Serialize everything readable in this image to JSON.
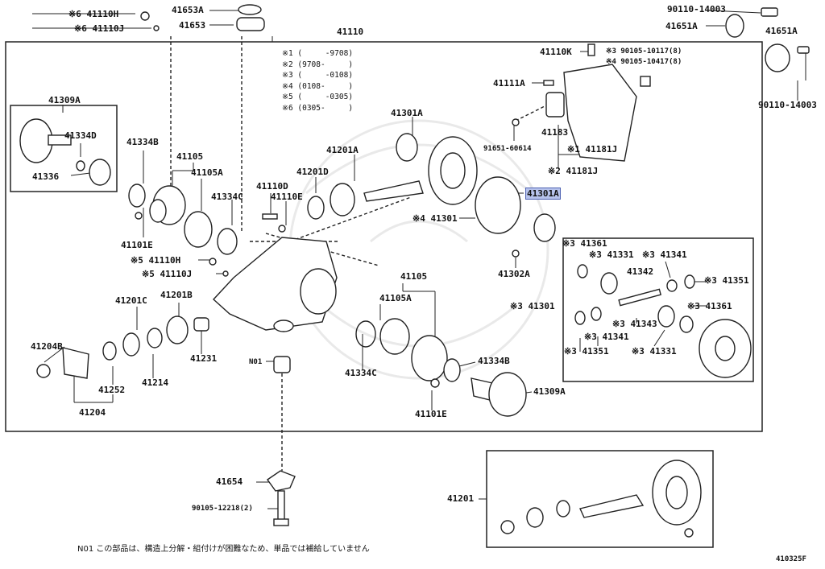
{
  "diagram": {
    "part_labels": [
      {
        "id": "l41110h_top",
        "text": "※6 41110H"
      },
      {
        "id": "l41110j_top",
        "text": "※6 41110J"
      },
      {
        "id": "l41653a",
        "text": "41653A"
      },
      {
        "id": "l41653",
        "text": "41653"
      },
      {
        "id": "l41110",
        "text": "41110"
      },
      {
        "id": "l90110_top",
        "text": "90110-14003"
      },
      {
        "id": "l41651a_l",
        "text": "41651A"
      },
      {
        "id": "l41651a_r",
        "text": "41651A"
      },
      {
        "id": "l90110_right",
        "text": "90110-14003"
      },
      {
        "id": "l41309a_box",
        "text": "41309A"
      },
      {
        "id": "l41334d",
        "text": "41334D"
      },
      {
        "id": "l41336",
        "text": "41336"
      },
      {
        "id": "l41334b_l",
        "text": "41334B"
      },
      {
        "id": "l41105_l",
        "text": "41105"
      },
      {
        "id": "l41105a_l",
        "text": "41105A"
      },
      {
        "id": "l41334c_l",
        "text": "41334C"
      },
      {
        "id": "l41110d",
        "text": "41110D"
      },
      {
        "id": "l41110e",
        "text": "41110E"
      },
      {
        "id": "l41101e_l",
        "text": "41101E"
      },
      {
        "id": "l41110h_mid",
        "text": "※5 41110H"
      },
      {
        "id": "l41110j_mid",
        "text": "※5 41110J"
      },
      {
        "id": "l41301a_top",
        "text": "41301A"
      },
      {
        "id": "l41201a",
        "text": "41201A"
      },
      {
        "id": "l41201d",
        "text": "41201D"
      },
      {
        "id": "l41110k",
        "text": "41110K"
      },
      {
        "id": "l90105_3",
        "text": "※3 90105-10117(8)"
      },
      {
        "id": "l90105_4",
        "text": "※4 90105-10417(8)"
      },
      {
        "id": "l41111a",
        "text": "41111A"
      },
      {
        "id": "l41183",
        "text": "41183"
      },
      {
        "id": "l91651",
        "text": "91651-60614"
      },
      {
        "id": "l41181j_1",
        "text": "※1 41181J"
      },
      {
        "id": "l41181j_2",
        "text": "※2 41181J"
      },
      {
        "id": "l41301a_hl",
        "text": "41301A"
      },
      {
        "id": "l41301_4",
        "text": "※4 41301"
      },
      {
        "id": "l41302a",
        "text": "41302A"
      },
      {
        "id": "l41361_top",
        "text": "※3 41361"
      },
      {
        "id": "l41331_top",
        "text": "※3 41331"
      },
      {
        "id": "l41341_top",
        "text": "※3 41341"
      },
      {
        "id": "l41342",
        "text": "41342"
      },
      {
        "id": "l41351_r",
        "text": "※3 41351"
      },
      {
        "id": "l41301_3",
        "text": "※3 41301"
      },
      {
        "id": "l41361_r",
        "text": "※3 41361"
      },
      {
        "id": "l41343",
        "text": "※3 41343"
      },
      {
        "id": "l41341_bot",
        "text": "※3 41341"
      },
      {
        "id": "l41351_bot",
        "text": "※3 41351"
      },
      {
        "id": "l41331_bot",
        "text": "※3 41331"
      },
      {
        "id": "l41201c",
        "text": "41201C"
      },
      {
        "id": "l41201b",
        "text": "41201B"
      },
      {
        "id": "l41204b",
        "text": "41204B"
      },
      {
        "id": "l41231",
        "text": "41231"
      },
      {
        "id": "l41214",
        "text": "41214"
      },
      {
        "id": "l41252",
        "text": "41252"
      },
      {
        "id": "l41204",
        "text": "41204"
      },
      {
        "id": "ln01",
        "text": "N01"
      },
      {
        "id": "l41105_r",
        "text": "41105"
      },
      {
        "id": "l41105a_r",
        "text": "41105A"
      },
      {
        "id": "l41334c_r",
        "text": "41334C"
      },
      {
        "id": "l41334b_r",
        "text": "41334B"
      },
      {
        "id": "l41309a_r",
        "text": "41309A"
      },
      {
        "id": "l41101e_r",
        "text": "41101E"
      },
      {
        "id": "l41654",
        "text": "41654"
      },
      {
        "id": "l90105_12218",
        "text": "90105-12218(2)"
      },
      {
        "id": "l41201_box",
        "text": "41201"
      },
      {
        "id": "l_figno",
        "text": "410325F"
      }
    ],
    "highlighted_part": "41301A",
    "legend": [
      "※1 (     -9708)",
      "※2 (9708-     )",
      "※3 (     -0108)",
      "※4 (0108-     )",
      "※5 (     -0305)",
      "※6 (0305-     )"
    ],
    "footnote": "N01 この部品は、構造上分解・組付けが困難なため、単品では補給していません",
    "colors": {
      "line": "#222222",
      "highlight_fill": "#b7c3ec",
      "highlight_border": "#4f63b3"
    }
  }
}
